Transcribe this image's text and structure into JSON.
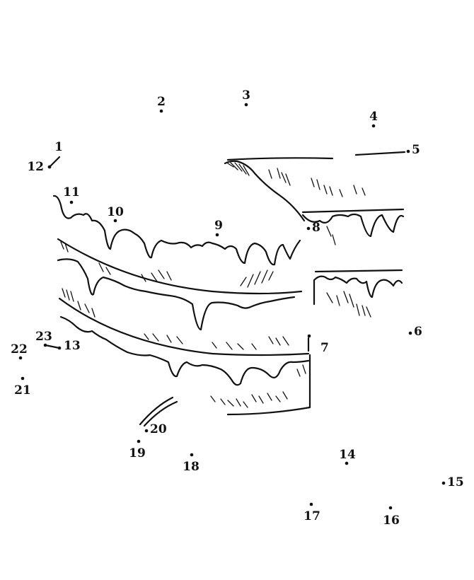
{
  "puzzle": {
    "points": [
      {
        "label": "1"
      },
      {
        "label": "2"
      },
      {
        "label": "3"
      },
      {
        "label": "4"
      },
      {
        "label": "5"
      },
      {
        "label": "6"
      },
      {
        "label": "7"
      },
      {
        "label": "8"
      },
      {
        "label": "9"
      },
      {
        "label": "10"
      },
      {
        "label": "11"
      },
      {
        "label": "12"
      },
      {
        "label": "13"
      },
      {
        "label": "14"
      },
      {
        "label": "15"
      },
      {
        "label": "16"
      },
      {
        "label": "17"
      },
      {
        "label": "18"
      },
      {
        "label": "19"
      },
      {
        "label": "20"
      },
      {
        "label": "21"
      },
      {
        "label": "22"
      },
      {
        "label": "23"
      }
    ]
  }
}
